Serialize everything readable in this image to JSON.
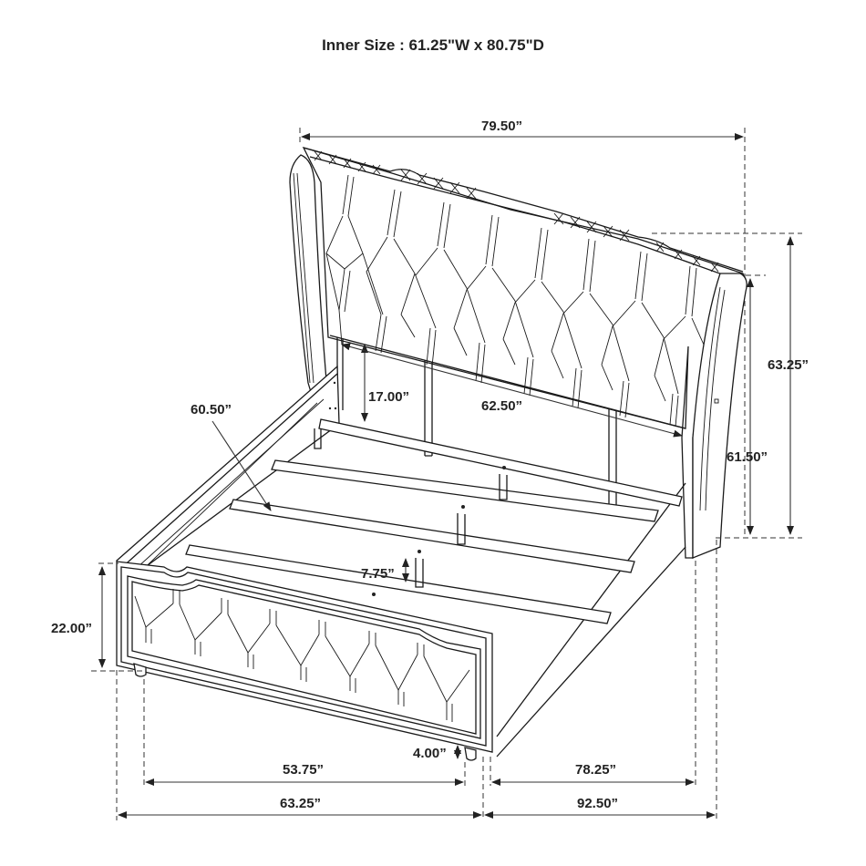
{
  "title": "Inner Size : 61.25\"W x 80.75\"D",
  "dimensions": {
    "overall_width_top": "79.50”",
    "headboard_total_height": "63.25”",
    "headboard_height": "61.50”",
    "rail_to_headboard_gap": "17.00”",
    "headboard_panel_width": "62.50”",
    "side_rail_length": "60.50”",
    "slat_support_height": "7.75”",
    "footboard_height": "22.00”",
    "leg_height": "4.00”",
    "footboard_inner_width": "53.75”",
    "footboard_overall_width": "63.25”",
    "side_rail_inner_length": "78.25”",
    "overall_length": "92.50”"
  },
  "colors": {
    "line": "#1a1a1a",
    "background": "#ffffff"
  }
}
